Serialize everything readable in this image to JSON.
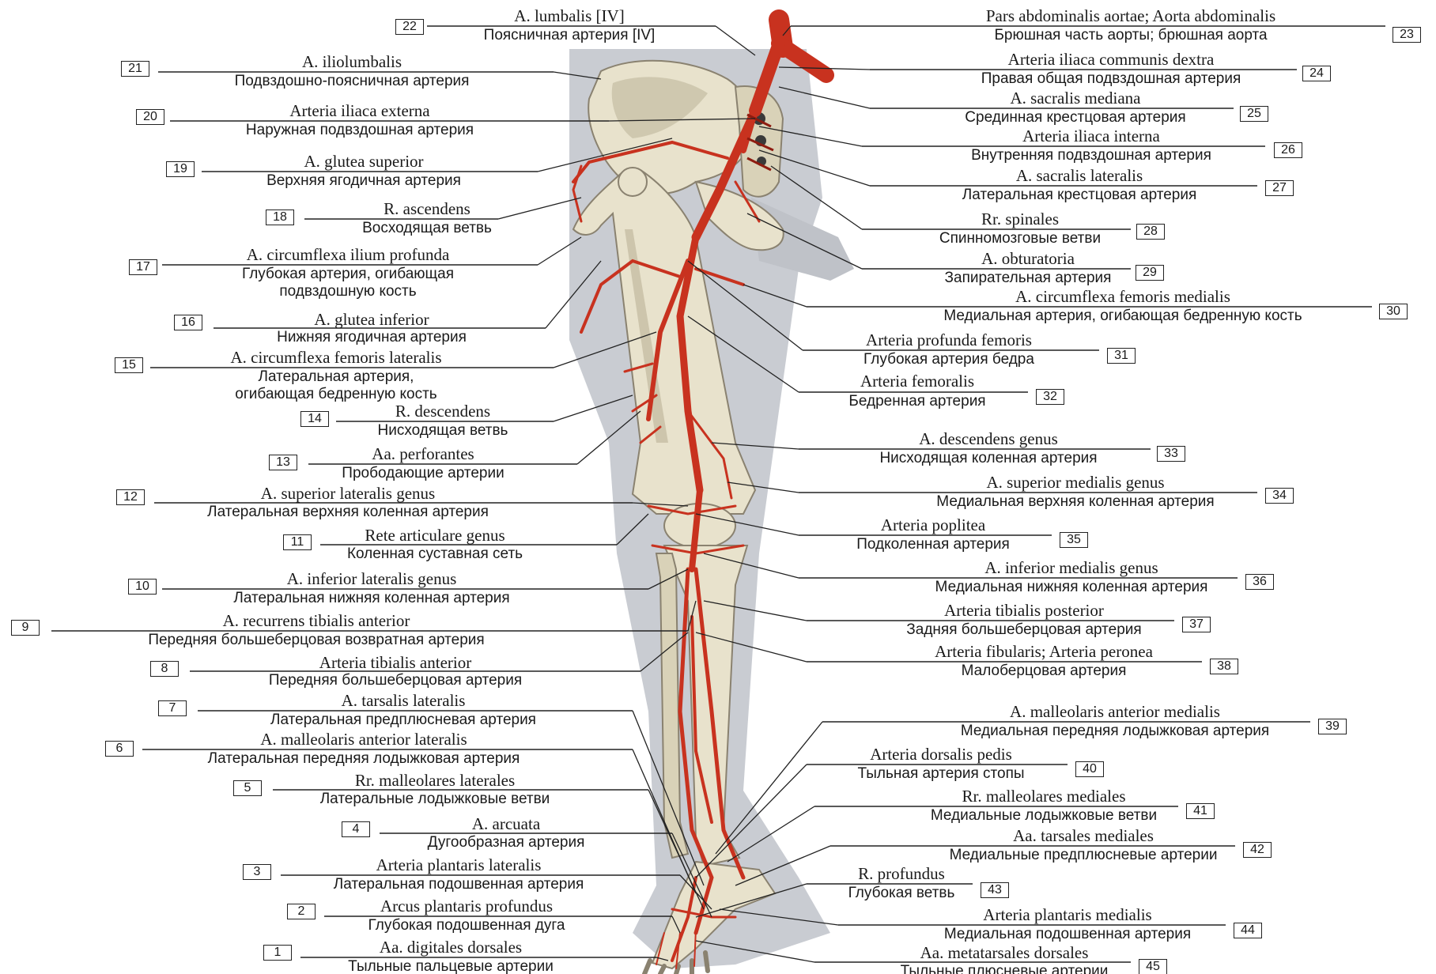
{
  "colors": {
    "artery": "#c8321f",
    "artery_dark": "#8e1c10",
    "bone": "#e8e2cc",
    "bone_shade": "#b6ad92",
    "backdrop": "#c9ccd2",
    "line": "#222222"
  },
  "labels": {
    "1": {
      "lat": "Aa. digitales dorsales",
      "ru": "Тыльные пальцевые артерии"
    },
    "2": {
      "lat": "Arcus plantaris profundus",
      "ru": "Глубокая подошвенная дуга"
    },
    "3": {
      "lat": "Arteria plantaris lateralis",
      "ru": "Латеральная подошвенная артерия"
    },
    "4": {
      "lat": "A. arcuata",
      "ru": "Дугообразная артерия"
    },
    "5": {
      "lat": "Rr. malleolares laterales",
      "ru": "Латеральные лодыжковые ветви"
    },
    "6": {
      "lat": "A. malleolaris anterior lateralis",
      "ru": "Латеральная передняя лодыжковая артерия"
    },
    "7": {
      "lat": "A. tarsalis lateralis",
      "ru": "Латеральная предплюсневая артерия"
    },
    "8": {
      "lat": "Arteria tibialis anterior",
      "ru": "Передняя большеберцовая артерия"
    },
    "9": {
      "lat": "A. recurrens tibialis anterior",
      "ru": "Передняя большеберцовая возвратная артерия"
    },
    "10": {
      "lat": "A. inferior lateralis genus",
      "ru": "Латеральная нижняя коленная артерия"
    },
    "11": {
      "lat": "Rete articulare genus",
      "ru": "Коленная суставная сеть"
    },
    "12": {
      "lat": "A. superior lateralis genus",
      "ru": "Латеральная верхняя коленная артерия"
    },
    "13": {
      "lat": "Aa. perforantes",
      "ru": "Прободающие артерии"
    },
    "14": {
      "lat": "R. descendens",
      "ru": "Нисходящая ветвь"
    },
    "15": {
      "lat": "A. circumflexa femoris lateralis",
      "ru": "Латеральная артерия,",
      "ru2": "огибающая бедренную кость"
    },
    "16": {
      "lat": "A. glutea inferior",
      "ru": "Нижняя ягодичная артерия"
    },
    "17": {
      "lat": "A. circumflexa ilium profunda",
      "ru": "Глубокая артерия, огибающая",
      "ru2": "подвздошную кость"
    },
    "18": {
      "lat": "R. ascendens",
      "ru": "Восходящая ветвь"
    },
    "19": {
      "lat": "A. glutea superior",
      "ru": "Верхняя ягодичная артерия"
    },
    "20": {
      "lat": "Arteria iliaca externa",
      "ru": "Наружная подвздошная артерия"
    },
    "21": {
      "lat": "A. iliolumbalis",
      "ru": "Подвздошно-поясничная артерия"
    },
    "22": {
      "lat": "A. lumbalis [IV]",
      "ru": "Поясничная артерия [IV]"
    },
    "23": {
      "lat": "Pars abdominalis aortae; Aorta abdominalis",
      "ru": "Брюшная часть аорты; брюшная аорта"
    },
    "24": {
      "lat": "Arteria iliaca communis dextra",
      "ru": "Правая общая подвздошная артерия"
    },
    "25": {
      "lat": "A. sacralis mediana",
      "ru": "Срединная крестцовая артерия"
    },
    "26": {
      "lat": "Arteria iliaca interna",
      "ru": "Внутренняя подвздошная артерия"
    },
    "27": {
      "lat": "A. sacralis lateralis",
      "ru": "Латеральная крестцовая артерия"
    },
    "28": {
      "lat": "Rr. spinales",
      "ru": "Спинномозговые ветви"
    },
    "29": {
      "lat": "A. obturatoria",
      "ru": "Запирательная артерия"
    },
    "30": {
      "lat": "A. circumflexa femoris medialis",
      "ru": "Медиальная артерия, огибающая бедренную кость"
    },
    "31": {
      "lat": "Arteria profunda femoris",
      "ru": "Глубокая артерия бедра"
    },
    "32": {
      "lat": "Arteria femoralis",
      "ru": "Бедренная артерия"
    },
    "33": {
      "lat": "A. descendens genus",
      "ru": "Нисходящая коленная артерия"
    },
    "34": {
      "lat": "A. superior medialis genus",
      "ru": "Медиальная верхняя коленная артерия"
    },
    "35": {
      "lat": "Arteria poplitea",
      "ru": "Подколенная артерия"
    },
    "36": {
      "lat": "A. inferior medialis genus",
      "ru": "Медиальная нижняя коленная артерия"
    },
    "37": {
      "lat": "Arteria tibialis posterior",
      "ru": "Задняя большеберцовая артерия"
    },
    "38": {
      "lat": "Arteria fibularis; Arteria peronea",
      "ru": "Малоберцовая артерия"
    },
    "39": {
      "lat": "A. malleolaris anterior medialis",
      "ru": "Медиальная передняя лодыжковая артерия"
    },
    "40": {
      "lat": "Arteria dorsalis pedis",
      "ru": "Тыльная артерия стопы"
    },
    "41": {
      "lat": "Rr. malleolares mediales",
      "ru": "Медиальные лодыжковые ветви"
    },
    "42": {
      "lat": "Aa. tarsales mediales",
      "ru": "Медиальные предплюсневые артерии"
    },
    "43": {
      "lat": "R. profundus",
      "ru": "Глубокая ветвь"
    },
    "44": {
      "lat": "Arteria plantaris medialis",
      "ru": "Медиальная подошвенная артерия"
    },
    "45": {
      "lat": "Aa. metatarsales dorsales",
      "ru": "Тыльные плюсневые артерии"
    }
  }
}
